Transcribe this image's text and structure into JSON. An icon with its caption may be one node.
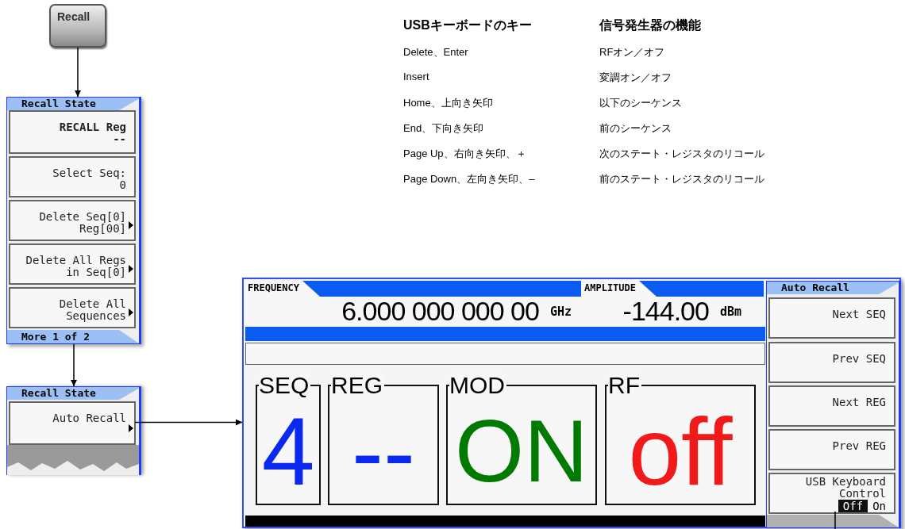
{
  "diagram": {
    "nodes": [
      {
        "text": [
          "Recall"
        ]
      },
      {
        "text": [
          "Recall State",
          "More 1 of 2"
        ]
      },
      {
        "text": [
          "RECALL Reg",
          "--"
        ],
        "in": 1
      },
      {
        "text": [
          "Select Seq:",
          "0"
        ],
        "in": 1
      },
      {
        "text": [
          "Delete Seq[0] Reg[00]"
        ],
        "in": 1
      },
      {
        "text": [
          "Delete All Regs in Seq[0]"
        ],
        "in": 1
      },
      {
        "text": [
          "Delete All Sequences"
        ],
        "in": 1
      },
      {
        "text": [
          "Recall State"
        ]
      },
      {
        "text": [
          "Auto Recall"
        ],
        "in": 7
      },
      {
        "text": [],
        "shape": "box"
      },
      {
        "text": [
          "FREQUENCY",
          "6.000 000 000 00",
          "GHz"
        ],
        "in": 9
      },
      {
        "text": [
          "AMPLITUDE",
          "-144.00",
          "dBm"
        ],
        "in": 9
      },
      {
        "text": [],
        "shape": "bar",
        "in": 9
      },
      {
        "text": [],
        "shape": "box",
        "in": 9
      },
      {
        "text": [
          "SEQ",
          "4"
        ],
        "in": 9
      },
      {
        "text": [
          "REG",
          "--"
        ],
        "in": 9
      },
      {
        "text": [
          "MOD",
          "ON"
        ],
        "in": 9
      },
      {
        "text": [
          "RF",
          "off"
        ],
        "in": 9
      },
      {
        "text": [],
        "shape": "bar",
        "in": 9
      },
      {
        "text": [
          "Auto Recall"
        ],
        "in": 9
      },
      {
        "text": [
          "Next SEQ"
        ],
        "in": 19
      },
      {
        "text": [
          "Prev SEQ"
        ],
        "in": 19
      },
      {
        "text": [
          "Next REG"
        ],
        "in": 19
      },
      {
        "text": [
          "Prev REG"
        ],
        "in": 19
      },
      {
        "text": [
          "USB Keyboard Control",
          "Off",
          "On"
        ],
        "in": 19
      }
    ],
    "edges": [
      {
        "from": 0,
        "to": 1,
        "arrow": "to"
      },
      {
        "from": 1,
        "to": 7,
        "arrow": "to"
      },
      {
        "from": 8,
        "to": 9,
        "arrow": "to"
      },
      {
        "from": 24,
        "to": null,
        "arrow": "none"
      }
    ],
    "labels": [
      "USBキーボードのキー",
      "信号発生器の機能",
      "Delete、Enter",
      "RFオン／オフ",
      "Insert",
      "変調オン／オフ",
      "Home、上向き矢印",
      "以下のシーケンス",
      "End、下向き矢印",
      "前のシーケンス",
      "Page Up、右向き矢印、＋",
      "次のステート・レジスタのリコール",
      "Page Down、左向き矢印、–",
      "前のステート・レジスタのリコール"
    ]
  }
}
